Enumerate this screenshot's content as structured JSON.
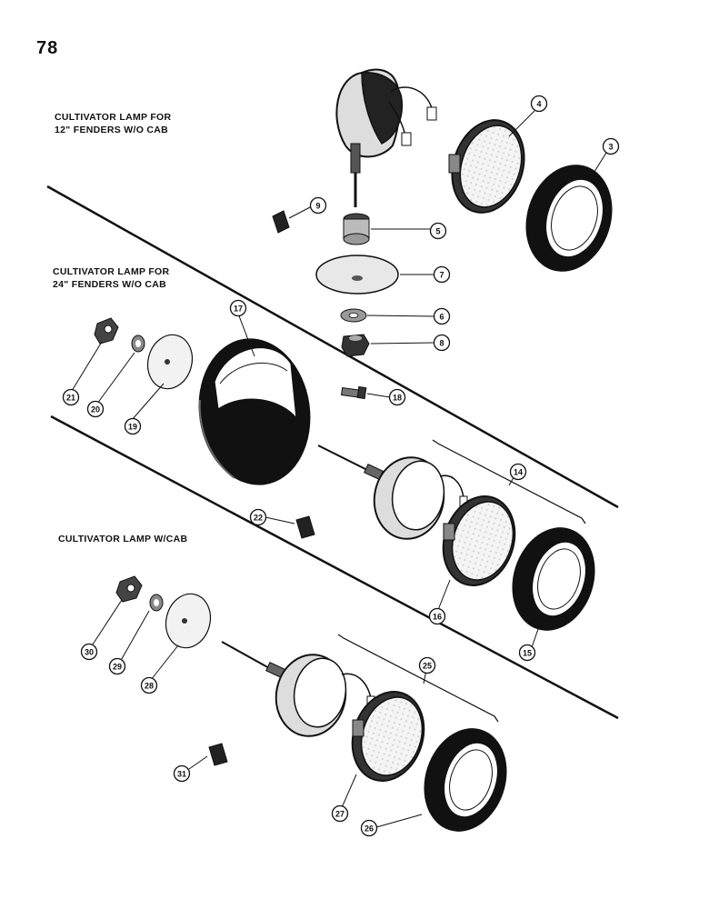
{
  "page_number": "78",
  "sections": [
    {
      "lines": [
        "CULTIVATOR LAMP FOR",
        "12\" FENDERS W/O CAB"
      ]
    },
    {
      "lines": [
        "CULTIVATOR LAMP FOR",
        "24\" FENDERS W/O CAB"
      ]
    },
    {
      "lines": [
        "CULTIVATOR LAMP W/CAB"
      ]
    }
  ],
  "callouts": [
    "3",
    "4",
    "5",
    "6",
    "7",
    "8",
    "9",
    "14",
    "15",
    "16",
    "17",
    "18",
    "19",
    "20",
    "21",
    "22",
    "25",
    "26",
    "27",
    "28",
    "29",
    "30",
    "31"
  ]
}
